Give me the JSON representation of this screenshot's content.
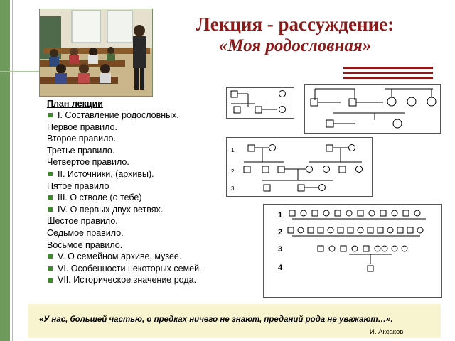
{
  "title": {
    "line1": "Лекция - рассуждение:",
    "line2": "«Моя родословная»"
  },
  "plan": {
    "heading": "План лекции",
    "items": [
      {
        "bullet": true,
        "text": "I. Составление  родословных."
      },
      {
        "bullet": false,
        "text": "Первое правило."
      },
      {
        "bullet": false,
        "text": "Второе правило."
      },
      {
        "bullet": false,
        "text": "Третье правило."
      },
      {
        "bullet": false,
        "text": "Четвертое правило."
      },
      {
        "bullet": true,
        "text": "II. Источники,  (архивы)."
      },
      {
        "bullet": false,
        "text": "Пятое правило"
      },
      {
        "bullet": true,
        "text": "III. О стволе (о тебе)"
      },
      {
        "bullet": true,
        "text": "IV. О первых двух ветвях."
      },
      {
        "bullet": false,
        "text": "Шестое правило."
      },
      {
        "bullet": false,
        "text": "Седьмое правило."
      },
      {
        "bullet": false,
        "text": "Восьмое правило."
      },
      {
        "bullet": true,
        "text": "V.  О семейном архиве, музее."
      },
      {
        "bullet": true,
        "text": "VI. Особенности некоторых семей."
      },
      {
        "bullet": true,
        "text": "VII. Историческое значение рода."
      }
    ]
  },
  "pedigree3": {
    "generations": [
      "1",
      "2",
      "3"
    ]
  },
  "pedigree4": {
    "generations": [
      "1",
      "2",
      "3",
      "4"
    ]
  },
  "quote": {
    "text": "«У нас, большей частью, о предках ничего не знают, преданий рода не уважают…».",
    "author": "И. Аксаков"
  },
  "colors": {
    "band": "#6e9a5c",
    "title": "#8b1a1a",
    "bullet": "#3d8a2a",
    "quote_bg": "#f7f4cf"
  }
}
